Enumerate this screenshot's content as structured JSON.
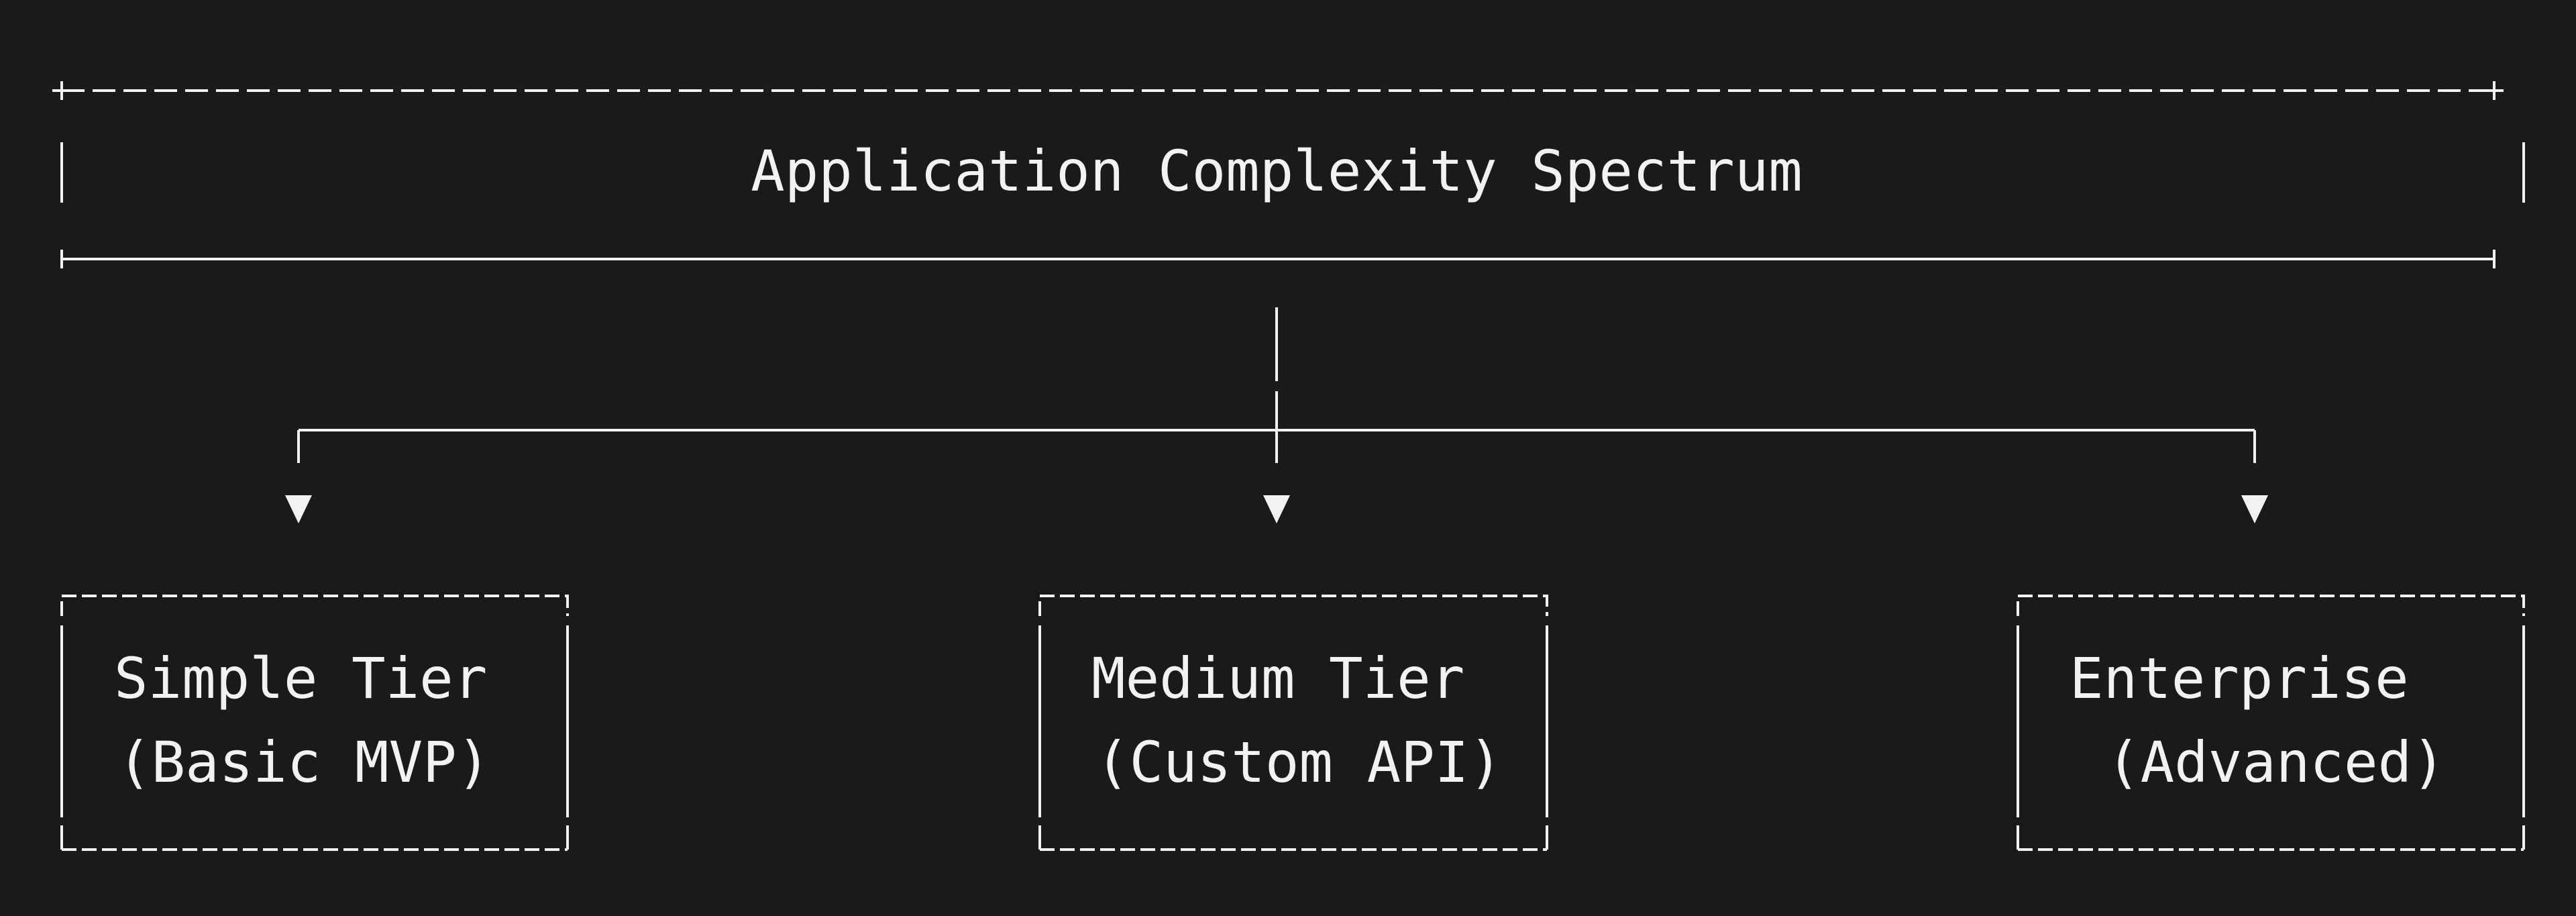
{
  "header": {
    "title": "Application Complexity Spectrum"
  },
  "tiers": [
    {
      "name": "Simple Tier",
      "detail": "(Basic MVP)"
    },
    {
      "name": "Medium Tier",
      "detail": "(Custom API)"
    },
    {
      "name": "Enterprise",
      "detail": "(Advanced)"
    }
  ],
  "colors": {
    "background": "#1a1a1a",
    "foreground": "#f2f2f2"
  }
}
